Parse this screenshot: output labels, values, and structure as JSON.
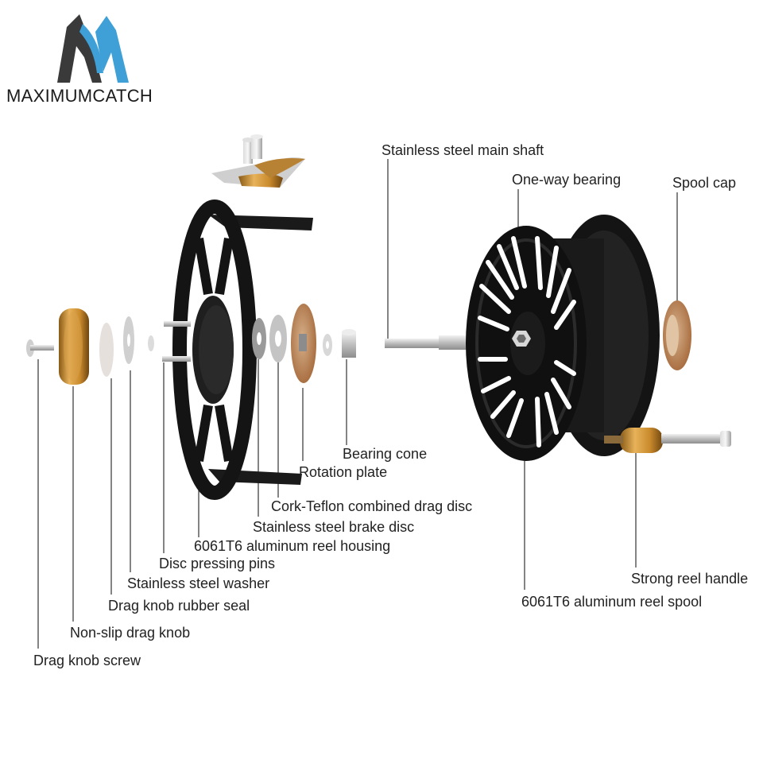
{
  "brand": {
    "name": "MAXIMUMCATCH",
    "colors": {
      "dark": "#3a3a3a",
      "light": "#3fa0d8"
    }
  },
  "labels": {
    "main_shaft": "Stainless steel main shaft",
    "one_way_bearing": "One-way bearing",
    "spool_cap": "Spool cap",
    "bearing_cone": "Bearing cone",
    "rotation_plate": "Rotation plate",
    "drag_disc": "Cork-Teflon combined drag disc",
    "brake_disc": "Stainless steel brake disc",
    "reel_housing": "6061T6 aluminum reel housing",
    "pressing_pins": "Disc pressing pins",
    "washer": "Stainless steel washer",
    "rubber_seal": "Drag knob rubber seal",
    "drag_knob": "Non-slip drag knob",
    "knob_screw": "Drag knob screw",
    "reel_handle": "Strong reel handle",
    "reel_spool": "6061T6 aluminum reel spool"
  },
  "colors": {
    "black_part": "#151515",
    "gold": "#c98a2c",
    "silver": "#c8c8c8",
    "leader_line": "#333333"
  }
}
